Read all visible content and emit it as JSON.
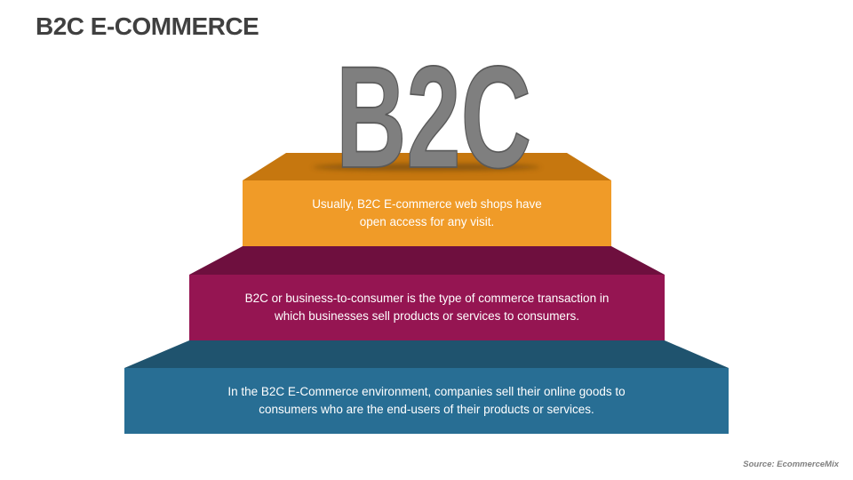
{
  "slide": {
    "title": "B2C E-COMMERCE",
    "hero_text": "B2C",
    "source": "Source: EcommerceMix"
  },
  "steps": [
    {
      "level": "top",
      "text_lines": [
        "Usually, B2C E-commerce web shops have",
        "open access for any visit."
      ],
      "front_color": "#F09B28",
      "top_color": "#C6770F"
    },
    {
      "level": "middle",
      "text_lines": [
        "B2C or business-to-consumer is the type of commerce transaction in",
        "which businesses sell products or services to consumers."
      ],
      "front_color": "#951552",
      "top_color": "#6E0F3E"
    },
    {
      "level": "bottom",
      "text_lines": [
        "In the B2C E-Commerce environment, companies sell their online goods to",
        "consumers who are the end-users of their products or services."
      ],
      "front_color": "#286E94",
      "top_color": "#1F536E"
    }
  ],
  "colors": {
    "title": "#404040",
    "hero_fill": "#7F7F7F",
    "hero_stroke": "#595959",
    "source": "#7F7F7F"
  }
}
